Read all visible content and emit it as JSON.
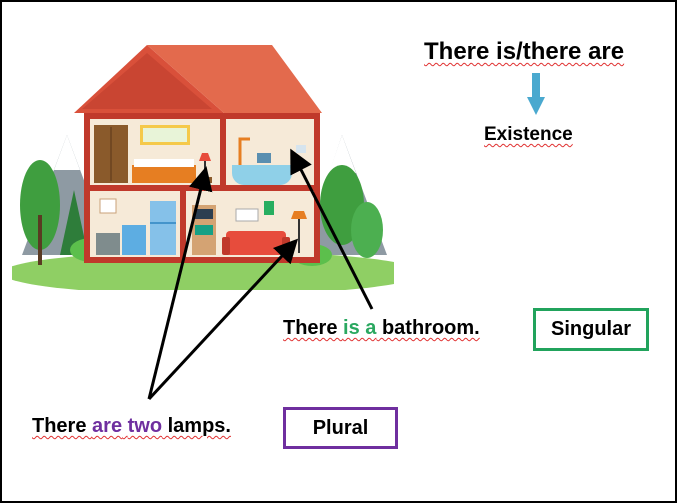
{
  "header": {
    "title": "There is/there are",
    "subtitle": "Existence"
  },
  "examples": {
    "singular_sentence": {
      "before": "There ",
      "highlight": "is a",
      "after": " bathroom."
    },
    "plural_sentence": {
      "before": "There ",
      "highlight1": "are",
      "space": " ",
      "highlight2": "two",
      "after": " lamps."
    }
  },
  "labels": {
    "singular": "Singular",
    "plural": "Plural"
  },
  "colors": {
    "singular_accent": "#21a35c",
    "plural_accent": "#6f2f9f",
    "arrow": "#4aa9cf",
    "spellcheck": "#e03030"
  },
  "icons": {
    "down_arrow": "arrow-down-icon",
    "house": "house-illustration"
  }
}
